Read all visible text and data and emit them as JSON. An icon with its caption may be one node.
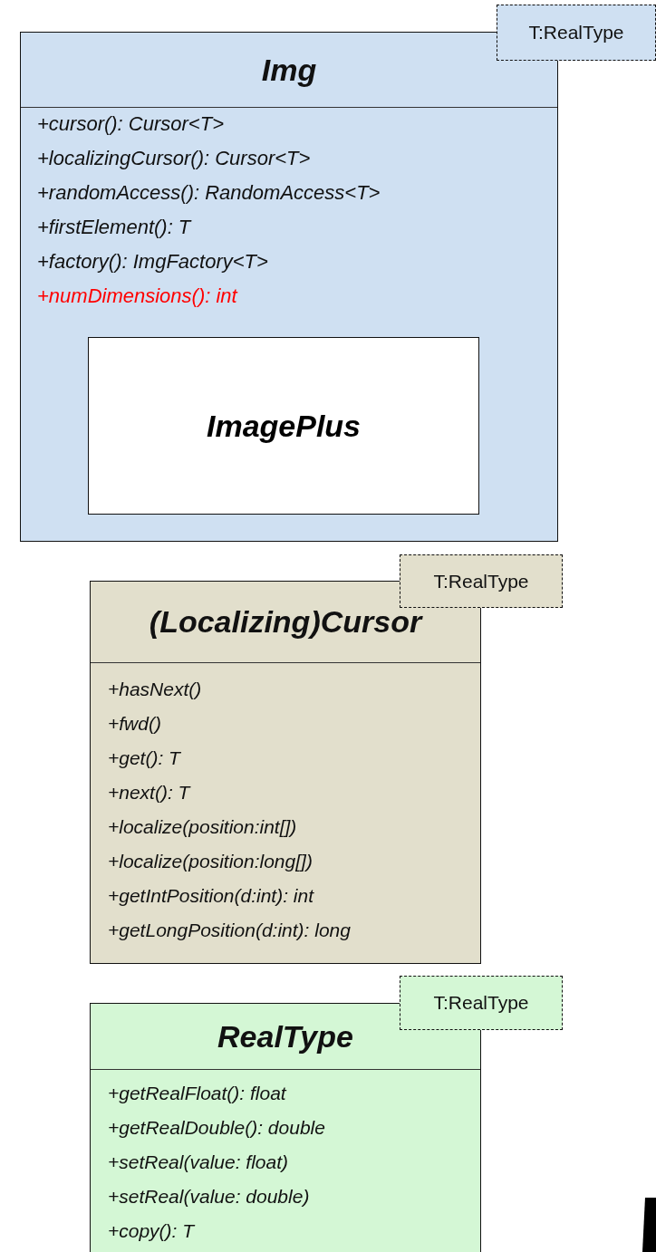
{
  "diagram": {
    "nodes": [
      {
        "text": [
          "Img",
          "+cursor(): Cursor<T>",
          "+localizingCursor(): Cursor<T>",
          "+randomAccess(): RandomAccess<T>",
          "+firstElement(): T",
          "+factory(): ImgFactory<T>",
          "+numDimensions(): int"
        ]
      },
      {
        "text": [
          "T:RealType"
        ]
      },
      {
        "text": [
          "ImagePlus"
        ],
        "in": 0
      },
      {
        "text": [
          "(Localizing)Cursor",
          "+hasNext()",
          "+fwd()",
          "+get(): T",
          "+next(): T",
          "+localize(position:int[])",
          "+localize(position:long[])",
          "+getIntPosition(d:int): int",
          "+getLongPosition(d:int): long"
        ]
      },
      {
        "text": [
          "T:RealType"
        ]
      },
      {
        "text": [
          "RealType",
          "+getRealFloat(): float",
          "+getRealDouble(): double",
          "+setReal(value: float)",
          "+setReal(value: double)",
          "+copy(): T"
        ]
      },
      {
        "text": [
          "T:RealType"
        ]
      }
    ]
  }
}
